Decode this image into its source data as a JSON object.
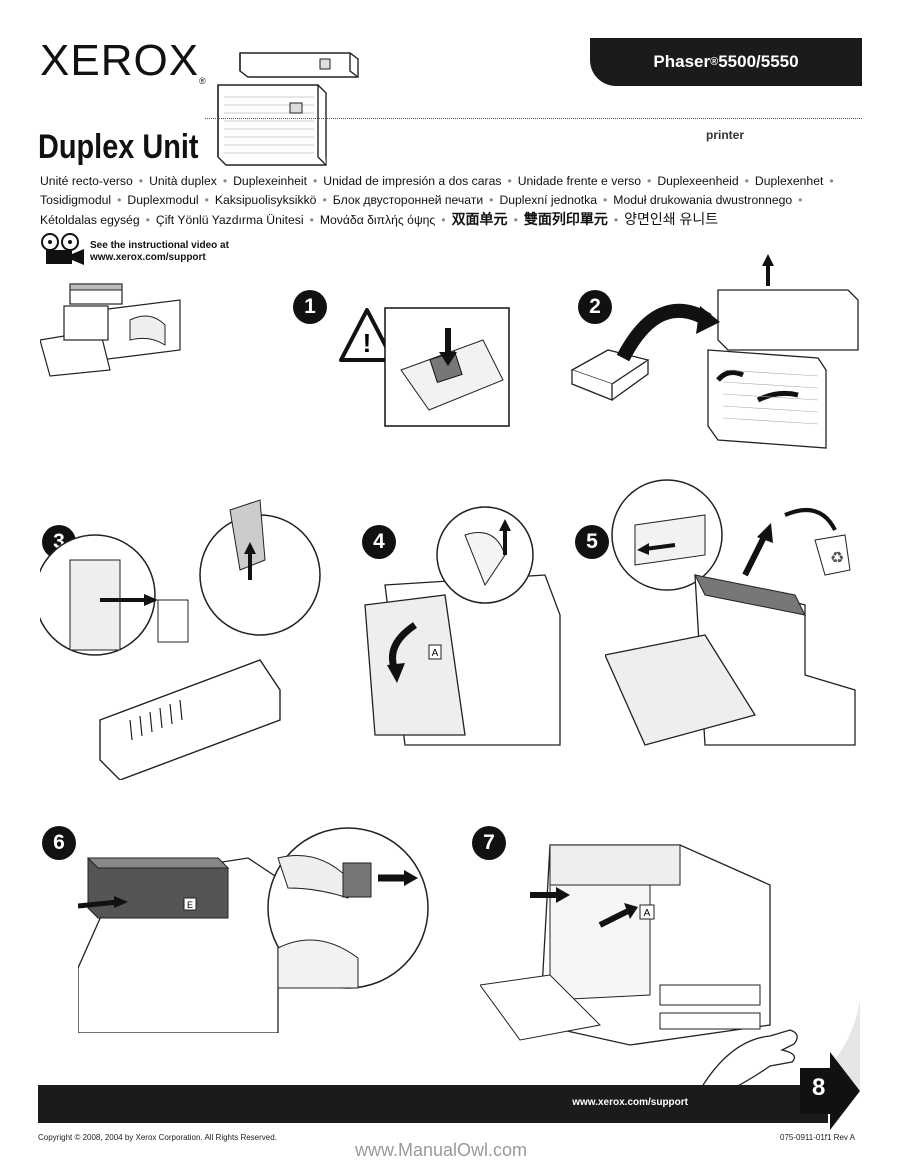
{
  "header": {
    "brand": "XEROX",
    "registered": "®",
    "product_name": "Phaser",
    "product_reg": "®",
    "product_model": " 5500/5550",
    "title": "Duplex Unit",
    "subtitle": "printer"
  },
  "translations": [
    "Unité recto-verso",
    "Unità duplex",
    "Duplexeinheit",
    "Unidad de impresión a dos caras",
    "Unidade frente e verso",
    "Duplexeenheid",
    "Duplexenhet",
    "Tosidigmodul",
    "Duplexmodul",
    "Kaksipuolisyksikkö",
    "Блок двусторонней печати",
    "Duplexní jednotka",
    "Moduł drukowania dwustronnego",
    "Kétoldalas egység",
    "Çift Yönlü Yazdırma Ünitesi",
    "Μονάδα διπλής όψης",
    "双面单元",
    "雙面列印單元",
    "양면인쇄 유니트"
  ],
  "video_note": {
    "line1": "See the instructional video at",
    "line2": "www.xerox.com/support"
  },
  "steps": [
    "1",
    "2",
    "3",
    "4",
    "5",
    "6",
    "7"
  ],
  "callouts": {
    "warning": "!",
    "label_a": "A",
    "label_e": "E"
  },
  "footer": {
    "url": "www.xerox.com/support",
    "next_page": "8",
    "copyright": "Copyright © 2008, 2004 by Xerox Corporation.  All Rights Reserved.",
    "doc_number": "075-0911-01f1 Rev A",
    "watermark": "www.ManualOwl.com"
  },
  "colors": {
    "dark": "#1b1b1b",
    "paper": "#ffffff",
    "grey": "#d6d6d6"
  }
}
